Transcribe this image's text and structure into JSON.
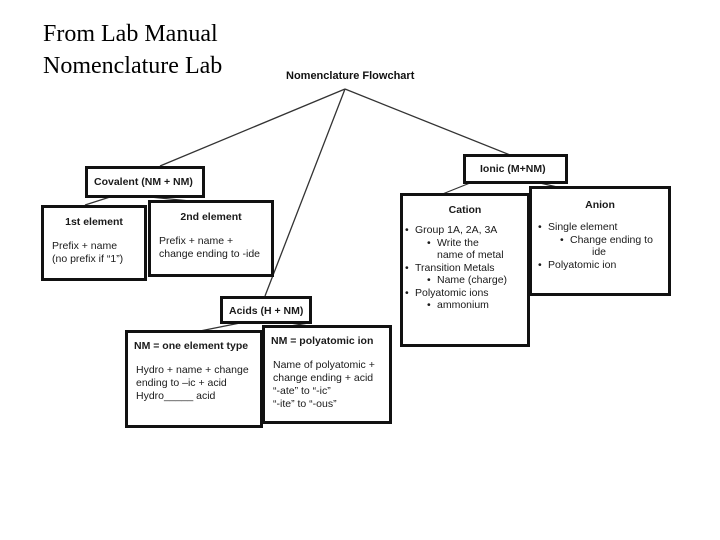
{
  "slide": {
    "title_line1": "From Lab Manual",
    "title_line2": "Nomenclature Lab"
  },
  "flowchart": {
    "title": "Nomenclature Flowchart",
    "covalent": {
      "header": "Covalent (NM + NM)",
      "first": {
        "heading": "1st element",
        "line1": "Prefix + name",
        "line2": "(no prefix if “1”)"
      },
      "second": {
        "heading": "2nd element",
        "line1": "Prefix + name +",
        "line2": "change ending to -ide"
      }
    },
    "ionic": {
      "header": "Ionic (M+NM)",
      "cation": {
        "heading": "Cation",
        "items": [
          {
            "bullet": "•",
            "text": "Group 1A, 2A, 3A",
            "level": 0
          },
          {
            "bullet": "•",
            "text": "Write the",
            "level": 1
          },
          {
            "bullet": "",
            "text": "name of metal",
            "level": 2
          },
          {
            "bullet": "•",
            "text": "Transition Metals",
            "level": 0
          },
          {
            "bullet": "•",
            "text": "Name (charge)",
            "level": 1
          },
          {
            "bullet": "•",
            "text": "Polyatomic ions",
            "level": 0
          },
          {
            "bullet": "•",
            "text": "ammonium",
            "level": 1
          }
        ]
      },
      "anion": {
        "heading": "Anion",
        "items": [
          {
            "bullet": "•",
            "text": "Single element",
            "level": 0
          },
          {
            "bullet": "•",
            "text": "Change ending to",
            "level": 1
          },
          {
            "bullet": "",
            "text": "ide",
            "level": 2
          },
          {
            "bullet": "•",
            "text": "Polyatomic ion",
            "level": 0
          }
        ]
      }
    },
    "acids": {
      "header": "Acids (H + NM)",
      "one_element": {
        "heading": "NM = one element type",
        "line1": "Hydro + name + change",
        "line2": "ending to –ic + acid",
        "line3": "Hydro_____ acid"
      },
      "polyatomic": {
        "heading": "NM = polyatomic ion",
        "line1": "Name of polyatomic +",
        "line2": "change ending + acid",
        "line3": "“-ate” to “-ic”",
        "line4": "“-ite” to “-ous”"
      }
    }
  }
}
